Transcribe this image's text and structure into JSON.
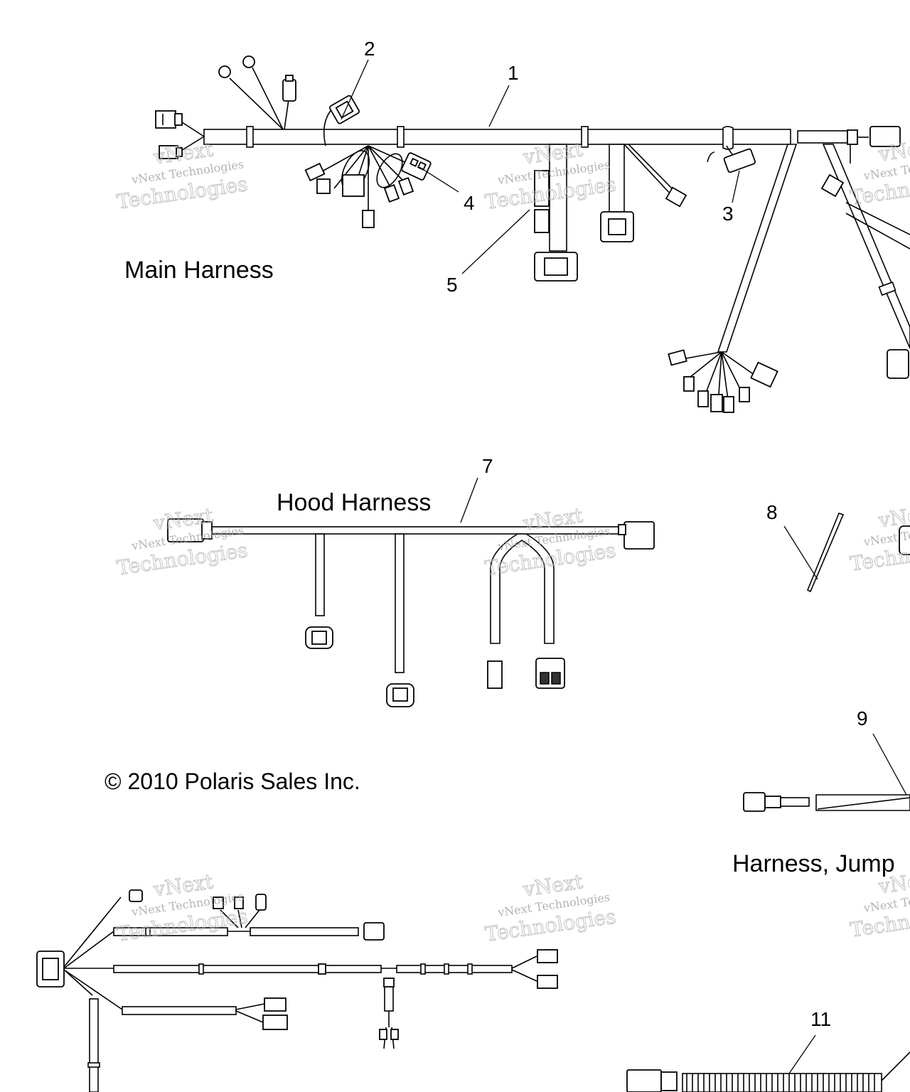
{
  "titles": {
    "main": "Main Harness",
    "hood": "Hood Harness",
    "jumper": "Harness, Jump"
  },
  "copyright": "© 2010 Polaris Sales Inc.",
  "callouts": [
    "1",
    "2",
    "3",
    "4",
    "5",
    "7",
    "8",
    "9",
    "11"
  ],
  "watermark": {
    "line1": "vNext",
    "line2": "vNext Technologies",
    "line3": "Technologies"
  },
  "colors": {
    "ink": "#000000",
    "watermark": "#9a9a9a",
    "background": "#ffffff"
  }
}
